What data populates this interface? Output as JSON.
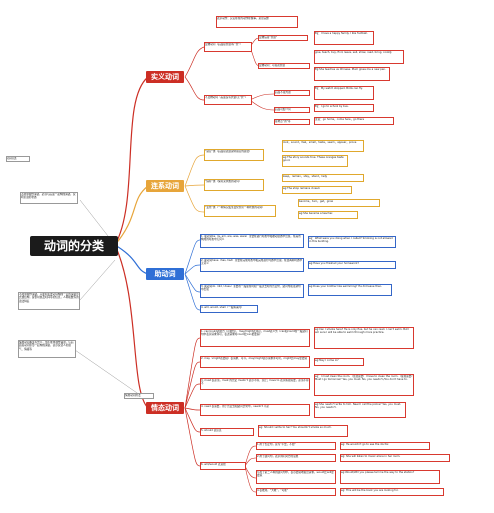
{
  "title": "动词的分类",
  "side_notes": {
    "top_small": "动词分类",
    "note1": "不能单独作谓语，必须与后面一起构成谓语，说明主语的状态",
    "note2": "不能单独作谓语，只能和主要动词构成一定的谓语形式或结构，提供时态及时间等的信息，人称和数等的语法特征",
    "note3": "情态动词本身有含义，但不能单独作谓语，与后面接动词原形一起构成谓语，表示说话人的语气、情绪等",
    "note4": "情态动词用法"
  },
  "branches": {
    "shiyi": {
      "hub": "实义动词",
      "top_note": "表示动作：实实在在的动作在做事，意思完整",
      "transitive": "及物动词（后面接宾语/有“宾”）",
      "intransitive": "不及物动词（后面没有宾语/无“宾”）",
      "single_obj": "及物后接“宾语”",
      "single_obj_ex": "Eg：I have a happy family. I like football.",
      "double_obj": "及物动词：可接双宾语",
      "double_obj_list": "give, teach, buy, find, leave, sell, show, read, bring, cook等",
      "double_obj_ex": "Eg:She teaches us Chinese. Mum gives me a new pen.",
      "intr_a": "后面不接宾语",
      "intr_a_ex": "Eg：My watch stopped. Birds can fly.",
      "intr_b": "后面可加介词",
      "intr_b_ex": "Eg：I go to school by bus.",
      "intr_c": "接地点“的”等",
      "intr_c_ex": "注意：go home，come here，go there"
    },
    "xilian": {
      "hub": "连系动词",
      "sense": "“感官”类（后面接表语说明感官的感觉）",
      "sense_list": "look，sound，feel，smell，taste，seem，appear，prove",
      "sense_ex": "eg:The story sounds true. These oranges taste good.",
      "keep": "“保持”类（保持某状态的动词）",
      "keep_list": "keep，remain，stay，stand，lie等",
      "keep_ex": "eg:The shop remains closed.",
      "change": "“变化”类（一种情况发生变化到另一种状态的动词）",
      "change_list": "become，turn，get，grow",
      "change_ex": "eg:She became a teacher."
    },
    "zhu": {
      "hub": "助动词",
      "item1": "1. 助动词be（is, am, are, was, were）主要在进行时态中和被动语态中出现，在其所构成的时态中无词义",
      "item1_ex": "eg：What were you doing when I called? Smoking is not allowed in this building.",
      "item2": "2. 助动词have（has, had）主要在完成时态中和完成进行时态中出现，在这两种时态中无词义",
      "item2_ex": "eg:Have you finished your homework?",
      "item3": "3. 助动词do（did / does）主要在一般现在时和一般过去时的否定句、疑问句和强调句中出现",
      "item3_ex": "eg:Does your brother like swimming? He did leave then.",
      "item4": "4. will, would, shall（一般将来时）"
    },
    "qingtai": {
      "hub": "情态动词",
      "m1": "1. can/could表能力（可能性），may/might表许可，must表义务（can和could在一般疑问句中表示请求许可，表达请求时could比can更委婉）",
      "m1_ex": "eg:Can I smoke here? He is only five, but he can read. I can't swim. But I am sure I will be able to swim through more practice.",
      "m2": "2. may（might表委婉）表请求、可以，may/might表示请求许可时，might比may更委婉",
      "m2_ex": "eg:May I come in?",
      "m3": "3. must 表必须，must 的否定 mustn't 表示不得、禁止；have to 表示客观需要，必须不得不",
      "m3_ex": "eg：I must clean the room.（主观需要）I have to clean the room.（客观需要）Must I go tomorrow? Yes, you must. No, you needn't./You don't have to.",
      "m4": "4. need 表需要，用于否定式和疑问式句中，needn't 不必",
      "m4_ex": "eg:She needn't write to him. Need I call the police? Yes, you must. No, you needn't.",
      "m5": "5. should 表应该",
      "m5_ex": "eg: Should I write to her? You shouldn't smoke so much.",
      "m6": "6. will/would 表意愿",
      "m6_1": "1.用于否定句，意为“不会，不愿”",
      "m6_1_ex": "eg: He wouldn't go to see the doctor.",
      "m6_2": "2.用于疑问句，表示询问对方的意愿",
      "m6_2_ex": "eg: She will listen to music alone in her room.",
      "m6_3": "3.用于第二人称的疑问句中，表示委婉地提出请求，would比will更委婉",
      "m6_3_ex": "eg:Would/Will you please tell me the way to the station?",
      "m6_4": "4.表推测，“大概”，“可能”",
      "m6_4_ex": "eg: This will be the book you are looking for."
    }
  },
  "colors": {
    "red": "#cc2e24",
    "gold": "#e7a53a",
    "blue": "#2f6fd6",
    "black": "#1b1b1b"
  }
}
